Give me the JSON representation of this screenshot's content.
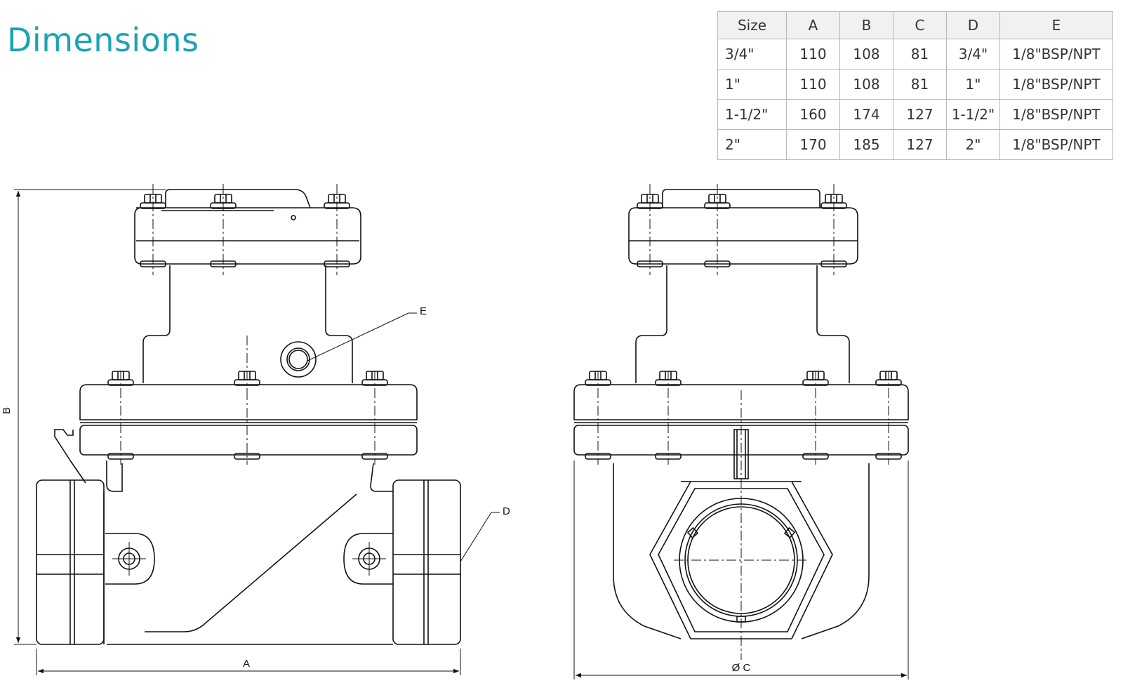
{
  "title": "Dimensions",
  "table": {
    "headers": [
      "Size",
      "A",
      "B",
      "C",
      "D",
      "E"
    ],
    "rows": [
      [
        "3/4\"",
        "110",
        "108",
        "81",
        "3/4\"",
        "1/8\"BSP/NPT"
      ],
      [
        "1\"",
        "110",
        "108",
        "81",
        "1\"",
        "1/8\"BSP/NPT"
      ],
      [
        "1-1/2\"",
        "160",
        "174",
        "127",
        "1-1/2\"",
        "1/8\"BSP/NPT"
      ],
      [
        "2\"",
        "170",
        "185",
        "127",
        "2\"",
        "1/8\"BSP/NPT"
      ]
    ]
  },
  "drawing_labels": {
    "a": "A",
    "b": "B",
    "c": "Ø C",
    "d": "D",
    "e": "E"
  }
}
